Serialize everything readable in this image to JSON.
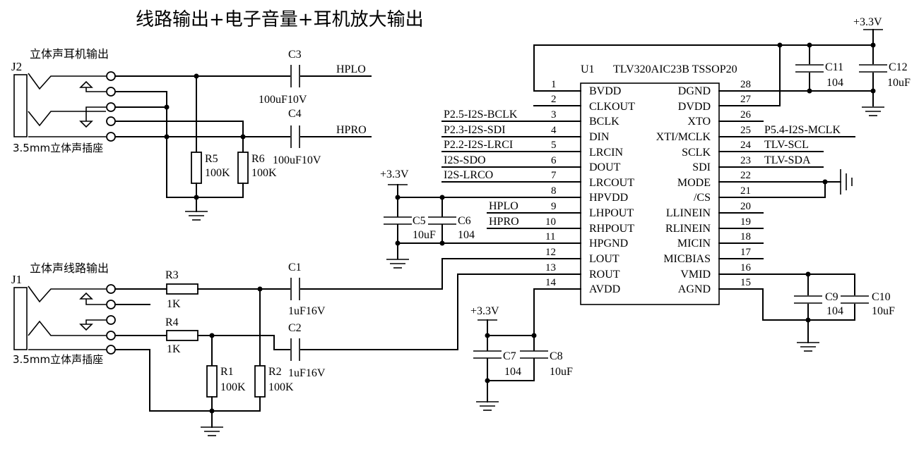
{
  "title": "线路输出+电子音量+耳机放大输出",
  "sections": {
    "headphone": "立体声耳机输出",
    "line": "立体声线路输出"
  },
  "connectors": {
    "J2": {
      "ref": "J2",
      "desc": "3.5mm立体声插座"
    },
    "J1": {
      "ref": "J1",
      "desc": "3.5mm立体声插座"
    }
  },
  "ic": {
    "ref": "U1",
    "part": "TLV320AIC23B TSSOP20",
    "pins_left": [
      {
        "num": "1",
        "name": "BVDD"
      },
      {
        "num": "2",
        "name": "CLKOUT"
      },
      {
        "num": "3",
        "name": "BCLK"
      },
      {
        "num": "4",
        "name": "DIN"
      },
      {
        "num": "5",
        "name": "LRCIN"
      },
      {
        "num": "6",
        "name": "DOUT"
      },
      {
        "num": "7",
        "name": "LRCOUT"
      },
      {
        "num": "8",
        "name": "HPVDD"
      },
      {
        "num": "9",
        "name": "LHPOUT"
      },
      {
        "num": "10",
        "name": "RHPOUT"
      },
      {
        "num": "11",
        "name": "HPGND"
      },
      {
        "num": "12",
        "name": "LOUT"
      },
      {
        "num": "13",
        "name": "ROUT"
      },
      {
        "num": "14",
        "name": "AVDD"
      }
    ],
    "pins_right": [
      {
        "num": "28",
        "name": "DGND"
      },
      {
        "num": "27",
        "name": "DVDD"
      },
      {
        "num": "26",
        "name": "XTO"
      },
      {
        "num": "25",
        "name": "XTI/MCLK"
      },
      {
        "num": "24",
        "name": "SCLK"
      },
      {
        "num": "23",
        "name": "SDI"
      },
      {
        "num": "22",
        "name": "MODE"
      },
      {
        "num": "21",
        "name": "/CS"
      },
      {
        "num": "20",
        "name": "LLINEIN"
      },
      {
        "num": "19",
        "name": "RLINEIN"
      },
      {
        "num": "18",
        "name": "MICIN"
      },
      {
        "num": "17",
        "name": "MICBIAS"
      },
      {
        "num": "16",
        "name": "VMID"
      },
      {
        "num": "15",
        "name": "AGND"
      }
    ]
  },
  "nets": {
    "bclk": "P2.5-I2S-BCLK",
    "din": "P2.3-I2S-SDI",
    "lrcin": "P2.2-I2S-LRCI",
    "dout": "I2S-SDO",
    "lrcout": "I2S-LRCO",
    "hplo_in": "HPLO",
    "hpro_in": "HPRO",
    "hplo_out": "HPLO",
    "hpro_out": "HPRO",
    "mclk": "P5.4-I2S-MCLK",
    "scl": "TLV-SCL",
    "sda": "TLV-SDA"
  },
  "supplies": {
    "top": "+3.3V",
    "hp": "+3.3V",
    "avdd": "+3.3V"
  },
  "components": {
    "C1": {
      "ref": "C1",
      "value": "1uF16V"
    },
    "C2": {
      "ref": "C2",
      "value": "1uF16V"
    },
    "C3": {
      "ref": "C3",
      "value": "100uF10V"
    },
    "C4": {
      "ref": "C4",
      "value": "100uF10V"
    },
    "C5": {
      "ref": "C5",
      "value": "10uF"
    },
    "C6": {
      "ref": "C6",
      "value": "104"
    },
    "C7": {
      "ref": "C7",
      "value": "104"
    },
    "C8": {
      "ref": "C8",
      "value": "10uF"
    },
    "C9": {
      "ref": "C9",
      "value": "104"
    },
    "C10": {
      "ref": "C10",
      "value": "10uF"
    },
    "C11": {
      "ref": "C11",
      "value": "104"
    },
    "C12": {
      "ref": "C12",
      "value": "10uF"
    },
    "R1": {
      "ref": "R1",
      "value": "100K"
    },
    "R2": {
      "ref": "R2",
      "value": "100K"
    },
    "R3": {
      "ref": "R3",
      "value": "1K"
    },
    "R4": {
      "ref": "R4",
      "value": "1K"
    },
    "R5": {
      "ref": "R5",
      "value": "100K"
    },
    "R6": {
      "ref": "R6",
      "value": "100K"
    }
  }
}
